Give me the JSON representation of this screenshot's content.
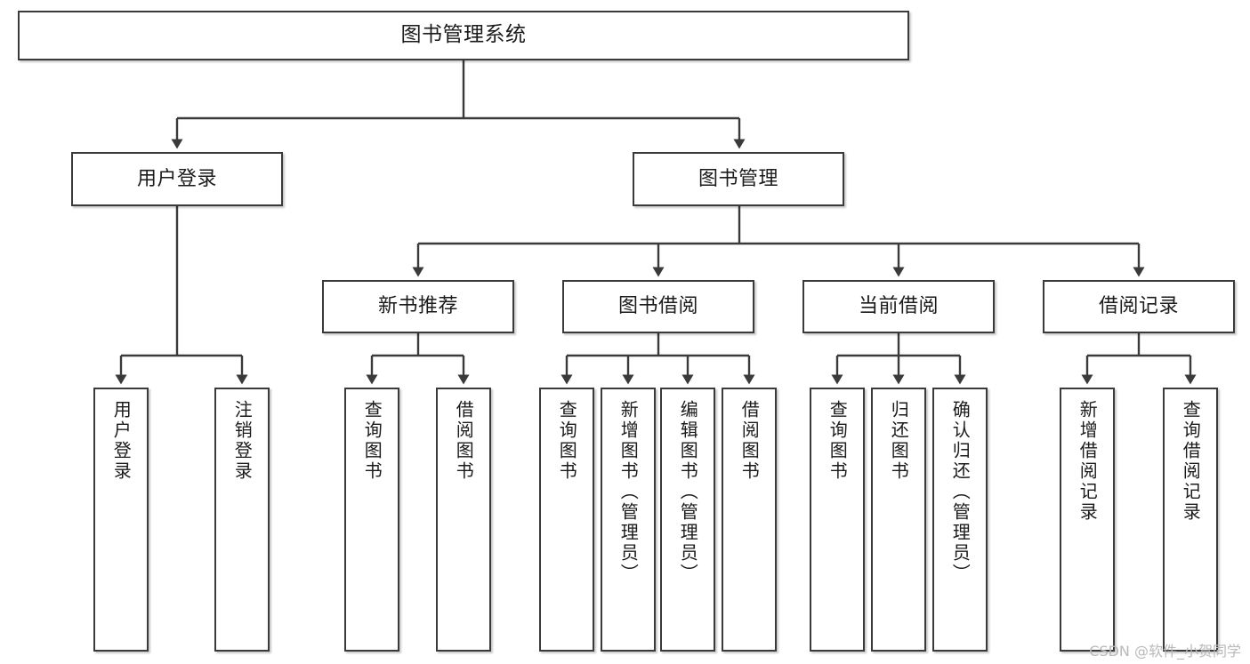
{
  "diagram": {
    "title": "图书管理系统",
    "watermark": "CSDN @软件_小贺同学",
    "line_color": "#3a3a3a",
    "box_fill": "#ffffff",
    "text_color": "#1b1b1b",
    "root": {
      "label": "图书管理系统"
    },
    "level2": [
      {
        "label": "用户登录"
      },
      {
        "label": "图书管理"
      }
    ],
    "level3": [
      {
        "label": "新书推荐"
      },
      {
        "label": "图书借阅"
      },
      {
        "label": "当前借阅"
      },
      {
        "label": "借阅记录"
      }
    ],
    "leaves": {
      "user_login": [
        {
          "label": "用户登录"
        },
        {
          "label": "注销登录"
        }
      ],
      "new_book": [
        {
          "label": "查询图书"
        },
        {
          "label": "借阅图书"
        }
      ],
      "book_borrow": [
        {
          "label": "查询图书"
        },
        {
          "label": "新增图书（管理员）"
        },
        {
          "label": "编辑图书（管理员）"
        },
        {
          "label": "借阅图书"
        }
      ],
      "current_borrow": [
        {
          "label": "查询图书"
        },
        {
          "label": "归还图书"
        },
        {
          "label": "确认归还（管理员）"
        }
      ],
      "borrow_record": [
        {
          "label": "新增借阅记录"
        },
        {
          "label": "查询借阅记录"
        }
      ]
    }
  }
}
